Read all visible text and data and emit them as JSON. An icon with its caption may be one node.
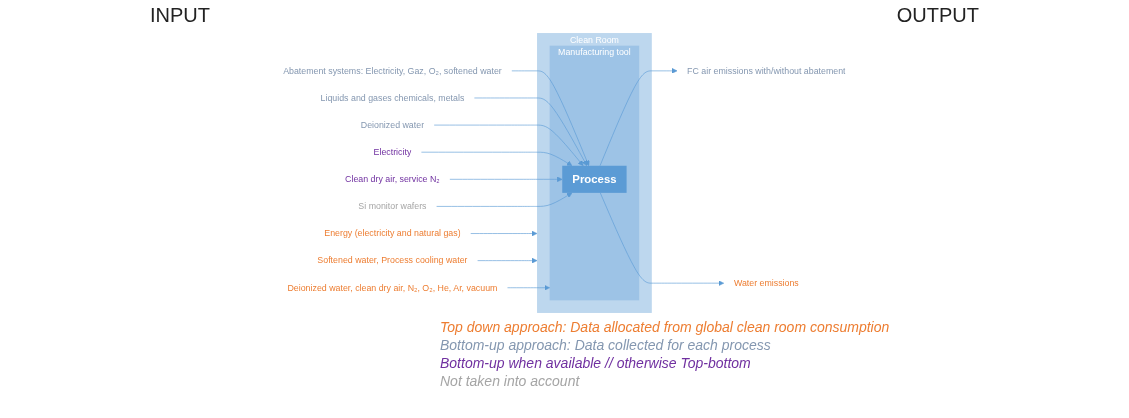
{
  "diagram": {
    "nodes": [
      {
        "text": [
          "Clean Room"
        ]
      },
      {
        "text": [
          "Manufacturing tool"
        ],
        "in": 0
      },
      {
        "text": [
          "Process"
        ],
        "in": 1
      },
      {
        "text": [
          "Energy (electricity and natural gas)"
        ]
      },
      {
        "text": [
          "Softened water, Process cooling water"
        ]
      },
      {
        "text": [
          "Deionized water, clean dry air, N₂, O₂, He, Ar, vacuum"
        ]
      },
      {
        "text": [
          "Abatement systems: Electricity, Gaz, O₂, softened water"
        ]
      },
      {
        "text": [
          "Liquids and gases chemicals, metals"
        ]
      },
      {
        "text": [
          "Deionized water"
        ]
      },
      {
        "text": [
          "Electricity"
        ]
      },
      {
        "text": [
          "Clean dry air, service N₂"
        ]
      },
      {
        "text": [
          "Si monitor wafers"
        ]
      },
      {
        "text": [
          "FC air emissions with/without abatement"
        ]
      },
      {
        "text": [
          "Water emissions"
        ]
      }
    ],
    "edges": [
      {
        "from": 3,
        "to": 0,
        "arrow": "to"
      },
      {
        "from": 4,
        "to": 0,
        "arrow": "to"
      },
      {
        "from": 5,
        "to": 1,
        "arrow": "to"
      },
      {
        "from": 6,
        "to": 2,
        "arrow": "to"
      },
      {
        "from": 7,
        "to": 2,
        "arrow": "to"
      },
      {
        "from": 8,
        "to": 2,
        "arrow": "to"
      },
      {
        "from": 9,
        "to": 2,
        "arrow": "to"
      },
      {
        "from": 10,
        "to": 2,
        "arrow": "to"
      },
      {
        "from": 11,
        "to": 2,
        "arrow": "to"
      },
      {
        "from": 2,
        "to": 12,
        "arrow": "to"
      },
      {
        "from": 2,
        "to": 13,
        "arrow": "to"
      }
    ],
    "labels": [
      "INPUT",
      "OUTPUT"
    ],
    "legend": [
      {
        "text": "Top down approach: Data allocated from global clean room consumption",
        "color": "#ed7d31"
      },
      {
        "text": "Bottom-up approach: Data collected for each process",
        "color": "#8497b0"
      },
      {
        "text": "Bottom-up when available // otherwise Top-bottom",
        "color": "#7030a0"
      },
      {
        "text": "Not taken into account",
        "color": "#a5a5a5"
      }
    ]
  }
}
